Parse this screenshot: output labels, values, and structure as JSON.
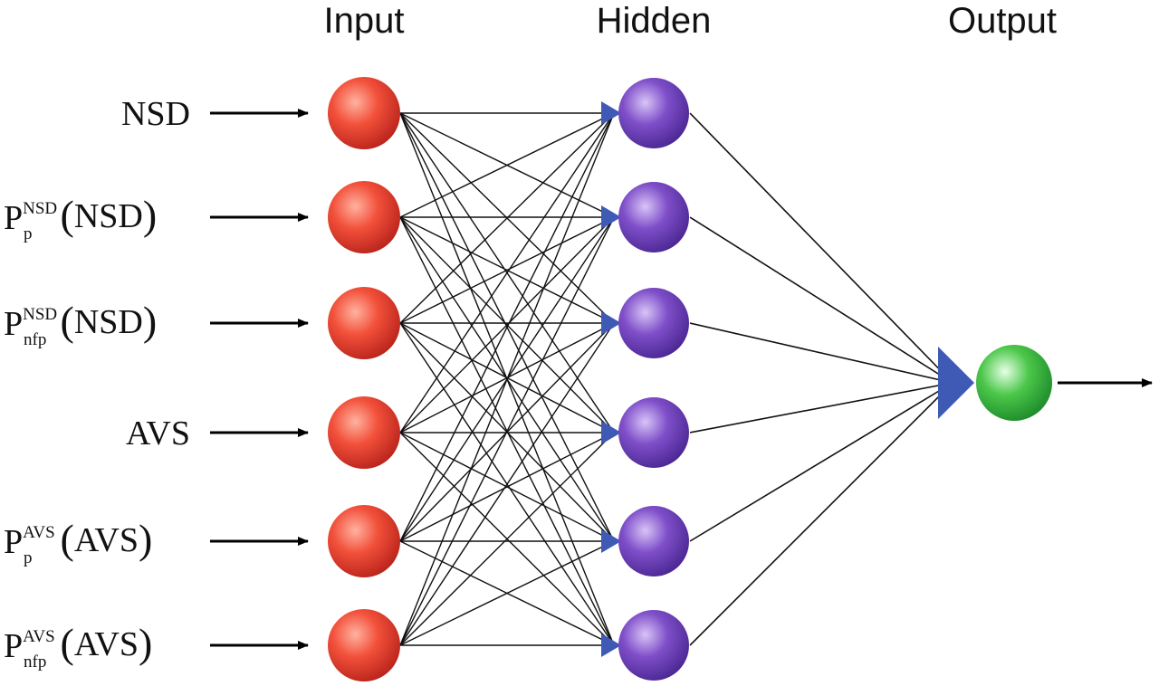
{
  "layer_titles": {
    "input": "Input",
    "hidden": "Hidden",
    "output": "Output"
  },
  "inputs": [
    {
      "base": "NSD",
      "sup": "",
      "sub": "",
      "arg": ""
    },
    {
      "base": "P",
      "sup": "NSD",
      "sub": "p",
      "arg": "NSD"
    },
    {
      "base": "P",
      "sup": "NSD",
      "sub": "nfp",
      "arg": "NSD"
    },
    {
      "base": "AVS",
      "sup": "",
      "sub": "",
      "arg": ""
    },
    {
      "base": "P",
      "sup": "AVS",
      "sub": "p",
      "arg": "AVS"
    },
    {
      "base": "P",
      "sup": "AVS",
      "sub": "nfp",
      "arg": "AVS"
    }
  ],
  "network": {
    "input_nodes": 6,
    "hidden_nodes": 6,
    "output_nodes": 1,
    "connectivity": "fully-connected"
  },
  "colors": {
    "input_node": "#f2503a",
    "hidden_node": "#7f4fc9",
    "output_node": "#4cc74a",
    "arrowhead": "#3e5ab5",
    "edge": "#111111"
  }
}
